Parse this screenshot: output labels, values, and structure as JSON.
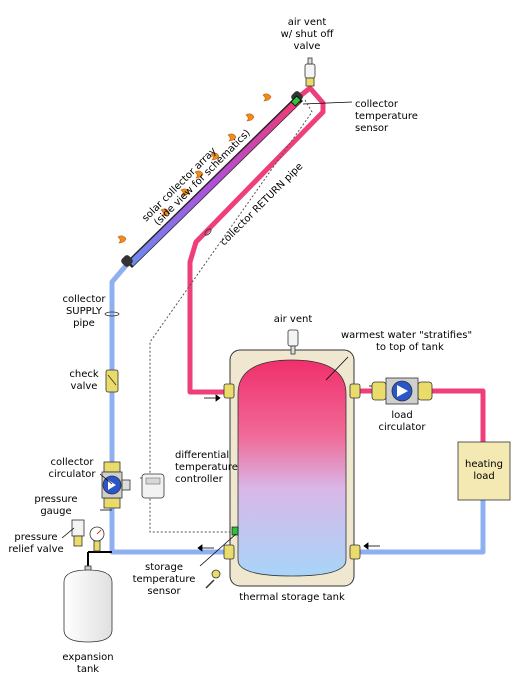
{
  "labels": {
    "air_vent_top_line1": "air vent",
    "air_vent_top_line2": "w/ shut off",
    "air_vent_top_line3": "valve",
    "collector_sensor_line1": "collector",
    "collector_sensor_line2": "temperature",
    "collector_sensor_line3": "sensor",
    "array_line1": "solar collector array",
    "array_line2": "(side view for schematics)",
    "return_pipe": "collector RETURN pipe",
    "supply_pipe_line1": "collector",
    "supply_pipe_line2": "SUPPLY",
    "supply_pipe_line3": "pipe",
    "check_valve_line1": "check",
    "check_valve_line2": "valve",
    "collector_circ_line1": "collector",
    "collector_circ_line2": "circulator",
    "pressure_gauge_line1": "pressure",
    "pressure_gauge_line2": "gauge",
    "relief_valve_line1": "pressure",
    "relief_valve_line2": "relief valve",
    "expansion_tank_line1": "expansion",
    "expansion_tank_line2": "tank",
    "controller_line1": "differential",
    "controller_line2": "temperature",
    "controller_line3": "controller",
    "storage_sensor_line1": "storage",
    "storage_sensor_line2": "temperature",
    "storage_sensor_line3": "sensor",
    "air_vent_tank": "air vent",
    "warmest_line1": "warmest water \"stratifies\"",
    "warmest_line2": "to top of tank",
    "load_circ_line1": "load",
    "load_circ_line2": "circulator",
    "heating_load_line1": "heating",
    "heating_load_line2": "load",
    "storage_tank": "thermal storage tank"
  },
  "colors": {
    "hot_pipe": "#ee3f7a",
    "cold_pipe": "#8fb0f0",
    "fitting": "#e9dc6a",
    "tank_shell": "#efe7cf",
    "heating_load": "#f4e8b3",
    "flame": "#f28a1c",
    "sensor": "#30c040",
    "circulator_blue": "#2a56c8"
  }
}
